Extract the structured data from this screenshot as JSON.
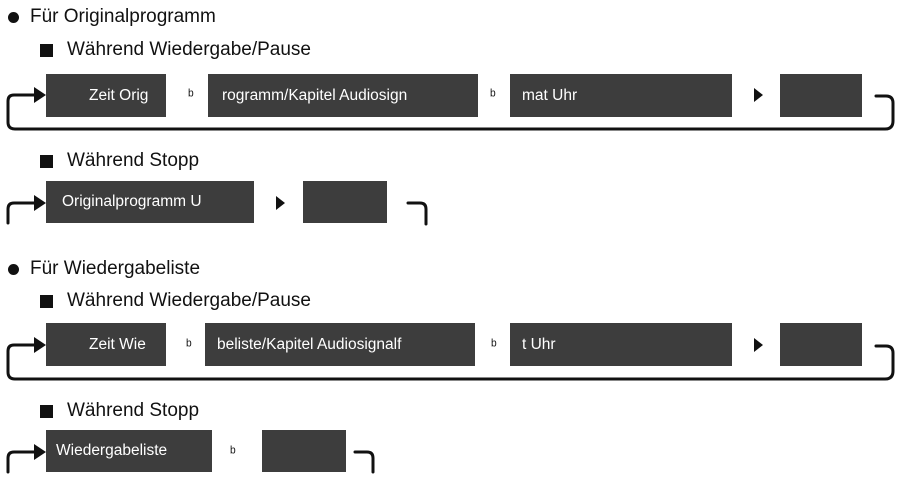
{
  "sections": [
    {
      "title": "Für Originalprogramm",
      "groups": [
        {
          "title": "Während Wiedergabe/Pause",
          "segments": [
            "Zeit Orig",
            "rogramm/Kapitel Audiosign",
            "mat Uhr"
          ]
        },
        {
          "title": "Während Stopp",
          "segments": [
            "Originalprogramm U"
          ]
        }
      ]
    },
    {
      "title": "Für Wiedergabeliste",
      "groups": [
        {
          "title": "Während Wiedergabe/Pause",
          "segments": [
            "Zeit Wie",
            "beliste/Kapitel Audiosignalf",
            "t Uhr"
          ]
        },
        {
          "title": "Während Stopp",
          "segments": [
            "Wiedergabeliste"
          ]
        }
      ]
    }
  ],
  "colors": {
    "box": "#3d3d3d",
    "ink": "#111111"
  }
}
